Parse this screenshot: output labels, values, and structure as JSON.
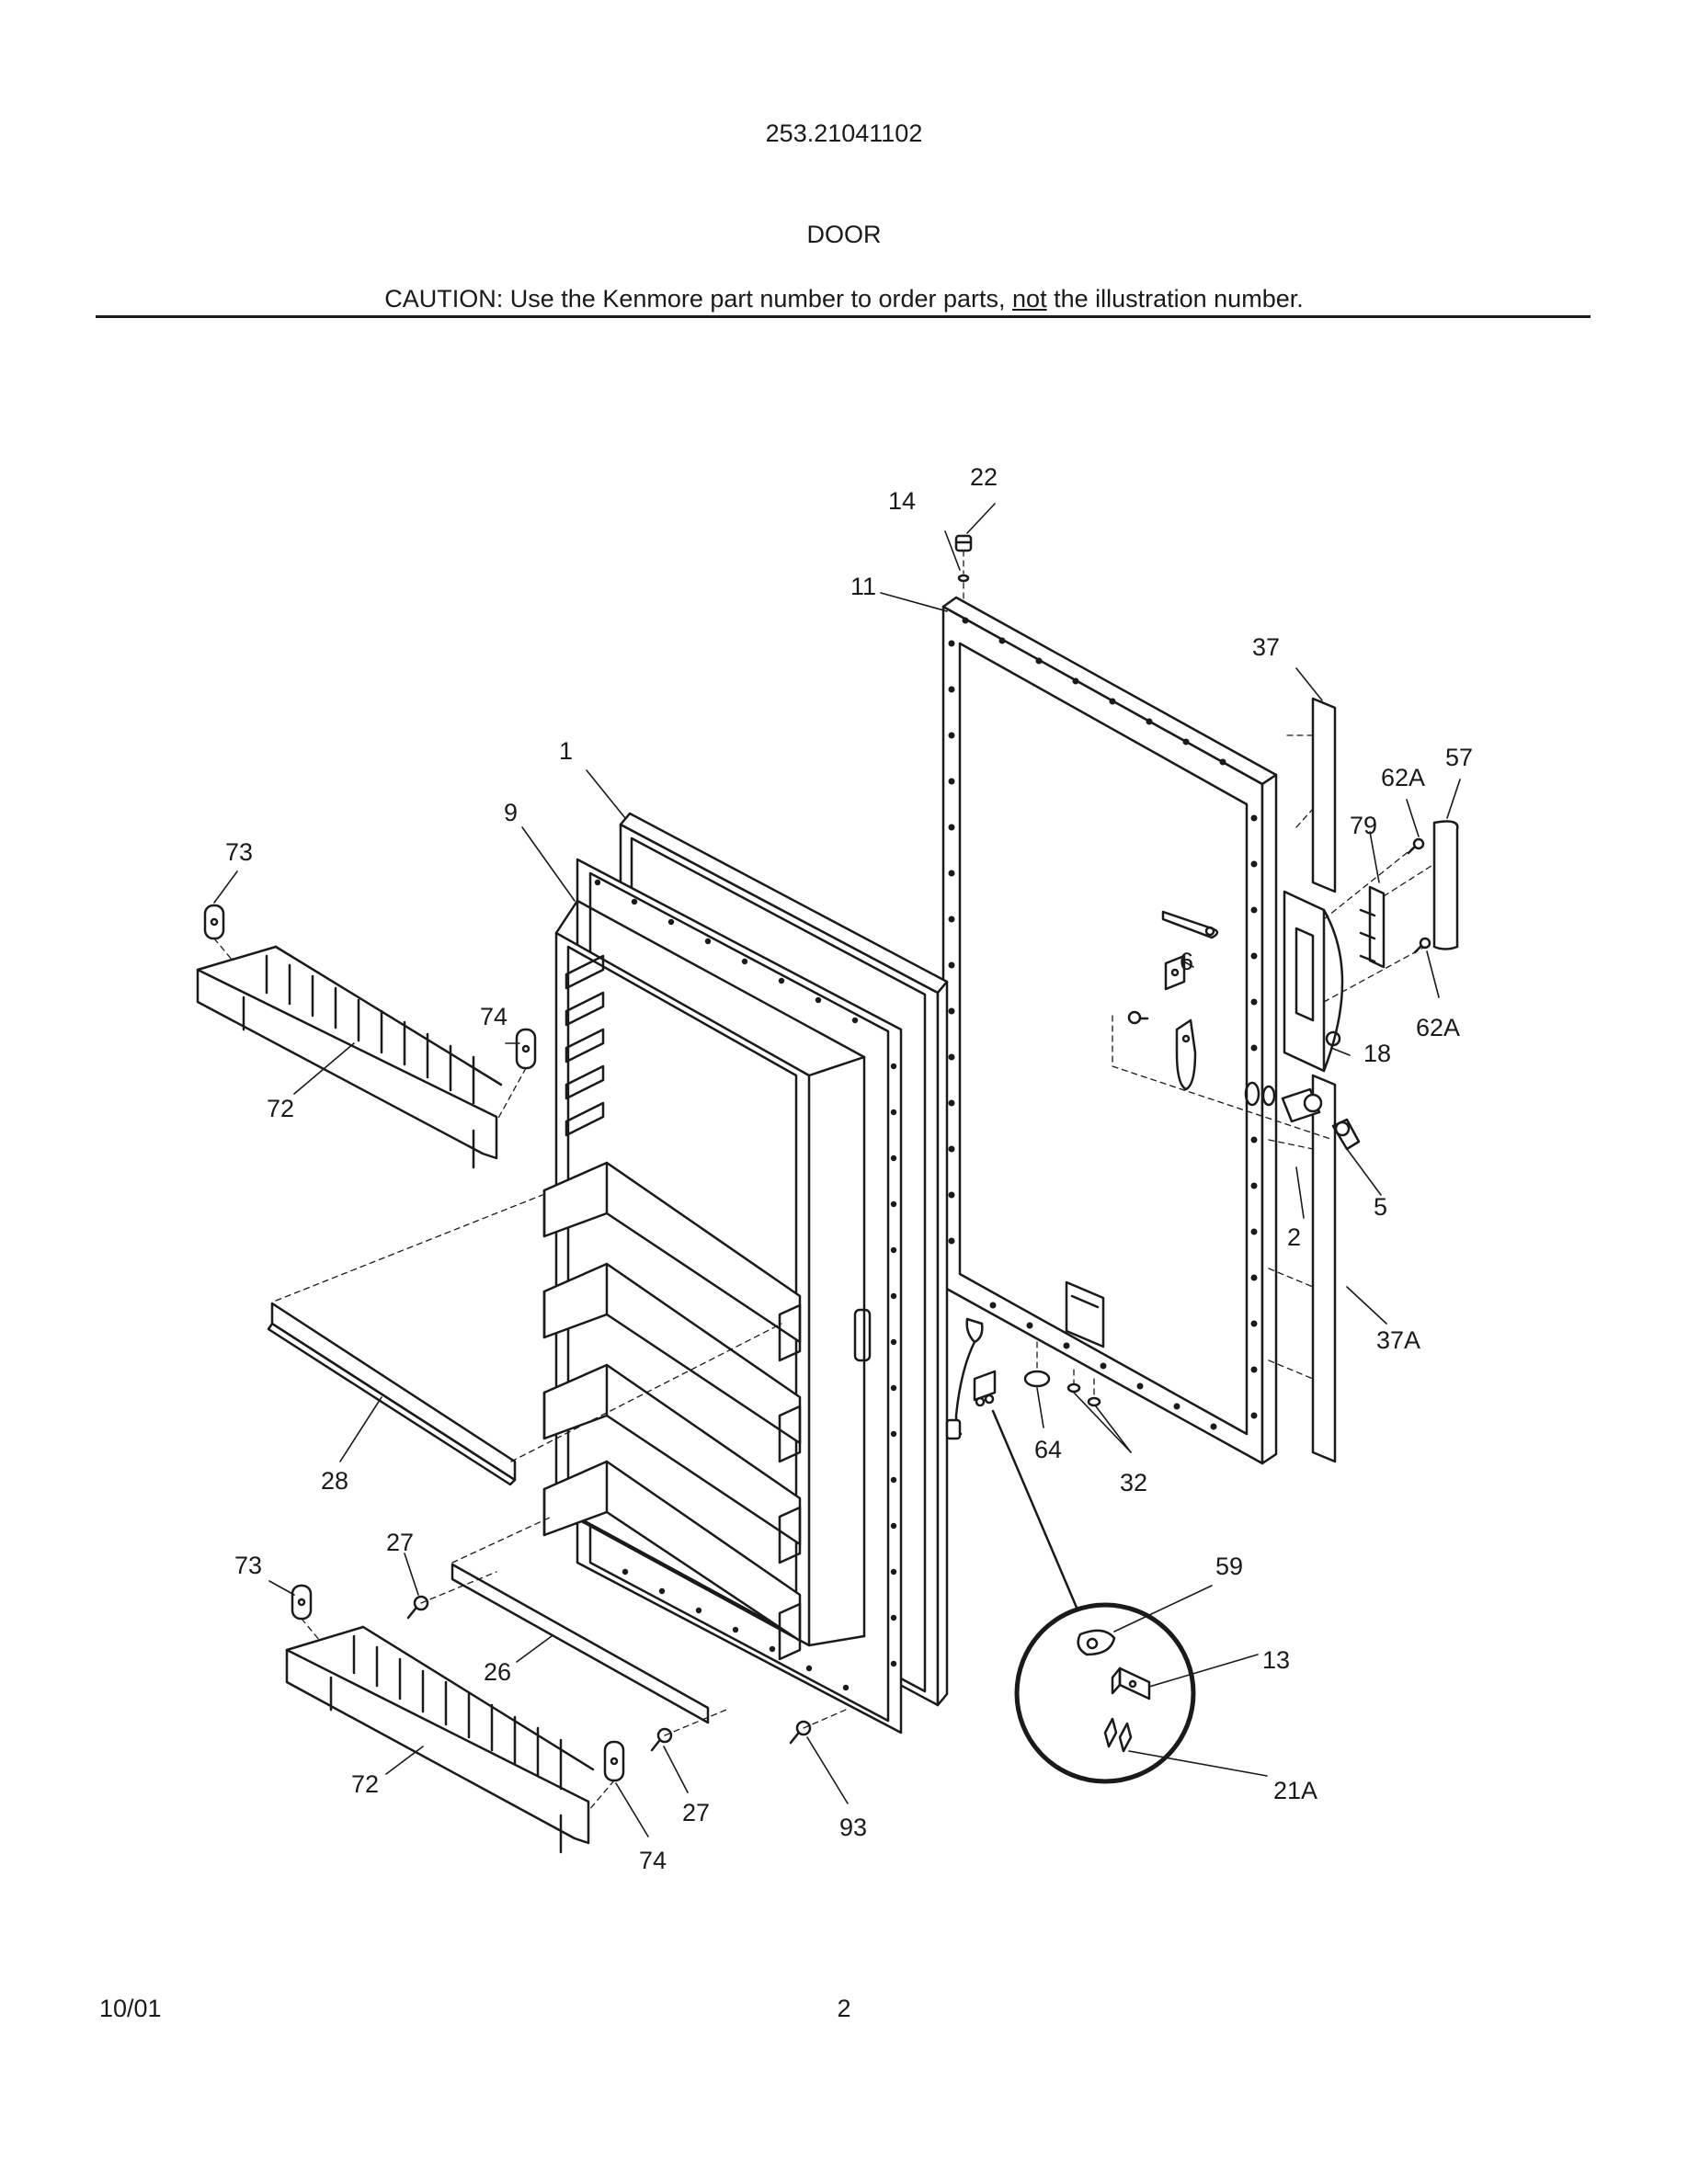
{
  "header": {
    "model_number": "253.21041102",
    "section_title": "DOOR",
    "caution_prefix": "CAUTION: Use the Kenmore part number to order parts, ",
    "caution_emphasis": "not",
    "caution_suffix": " the illustration number."
  },
  "footer": {
    "date": "10/01",
    "page_number": "2"
  },
  "callouts": {
    "c22": "22",
    "c14": "14",
    "c11": "11",
    "c37": "37",
    "c57": "57",
    "c62A_top": "62A",
    "c79": "79",
    "c1": "1",
    "c9": "9",
    "c73_top": "73",
    "c6": "6",
    "c74_top": "74",
    "c18": "18",
    "c62A_bottom": "62A",
    "c72_top": "72",
    "c5": "5",
    "c2": "2",
    "c37A": "37A",
    "c64": "64",
    "c32": "32",
    "c28": "28",
    "c27_top": "27",
    "c73_bottom": "73",
    "c59": "59",
    "c13": "13",
    "c26": "26",
    "c72_bottom": "72",
    "c27_bottom": "27",
    "c93": "93",
    "c21A": "21A",
    "c74_bottom": "74"
  }
}
